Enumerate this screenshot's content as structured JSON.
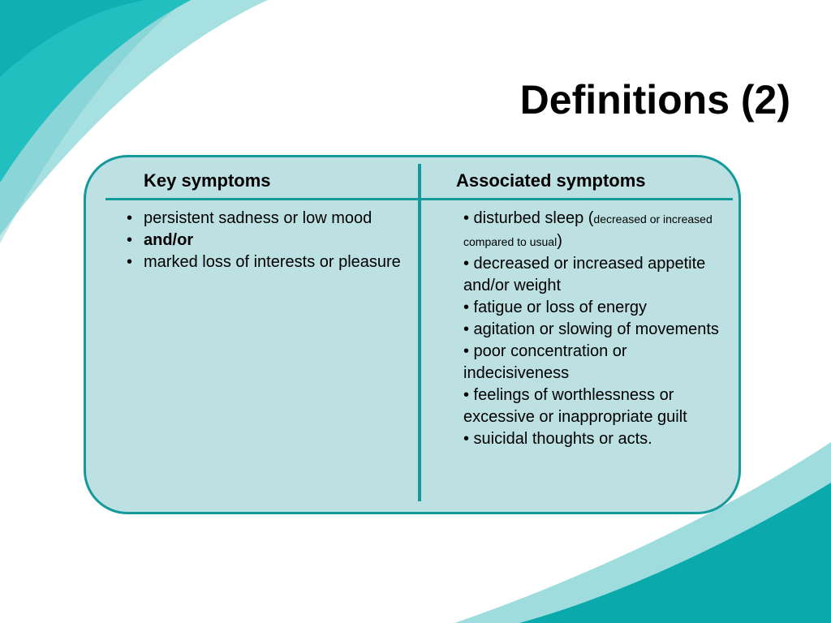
{
  "slide": {
    "title": "Definitions (2)"
  },
  "table": {
    "key_header": "Key symptoms",
    "assoc_header": "Associated symptoms",
    "bullet": "•",
    "key_items": [
      "persistent sadness or low mood",
      "and/or",
      "marked loss of interests or pleasure"
    ],
    "assoc_items": {
      "sleep_prefix": "• disturbed sleep (",
      "sleep_detail": "decreased or increased compared to usual",
      "sleep_suffix": ")",
      "appetite": "• decreased or increased appetite and/or weight",
      "fatigue": "• fatigue or loss of energy",
      "agitation": "• agitation or slowing of movements",
      "concentration": "• poor concentration or indecisiveness",
      "worthlessness": "• feelings of worthlessness or excessive or inappropriate guilt",
      "suicidal": "• suicidal thoughts or acts."
    }
  },
  "colors": {
    "accent": "#159a9c",
    "panel": "#bde0e3",
    "teal_light": "#7fcfd0",
    "teal_mid": "#1fb8ba",
    "teal_dark": "#0aa9ab"
  }
}
